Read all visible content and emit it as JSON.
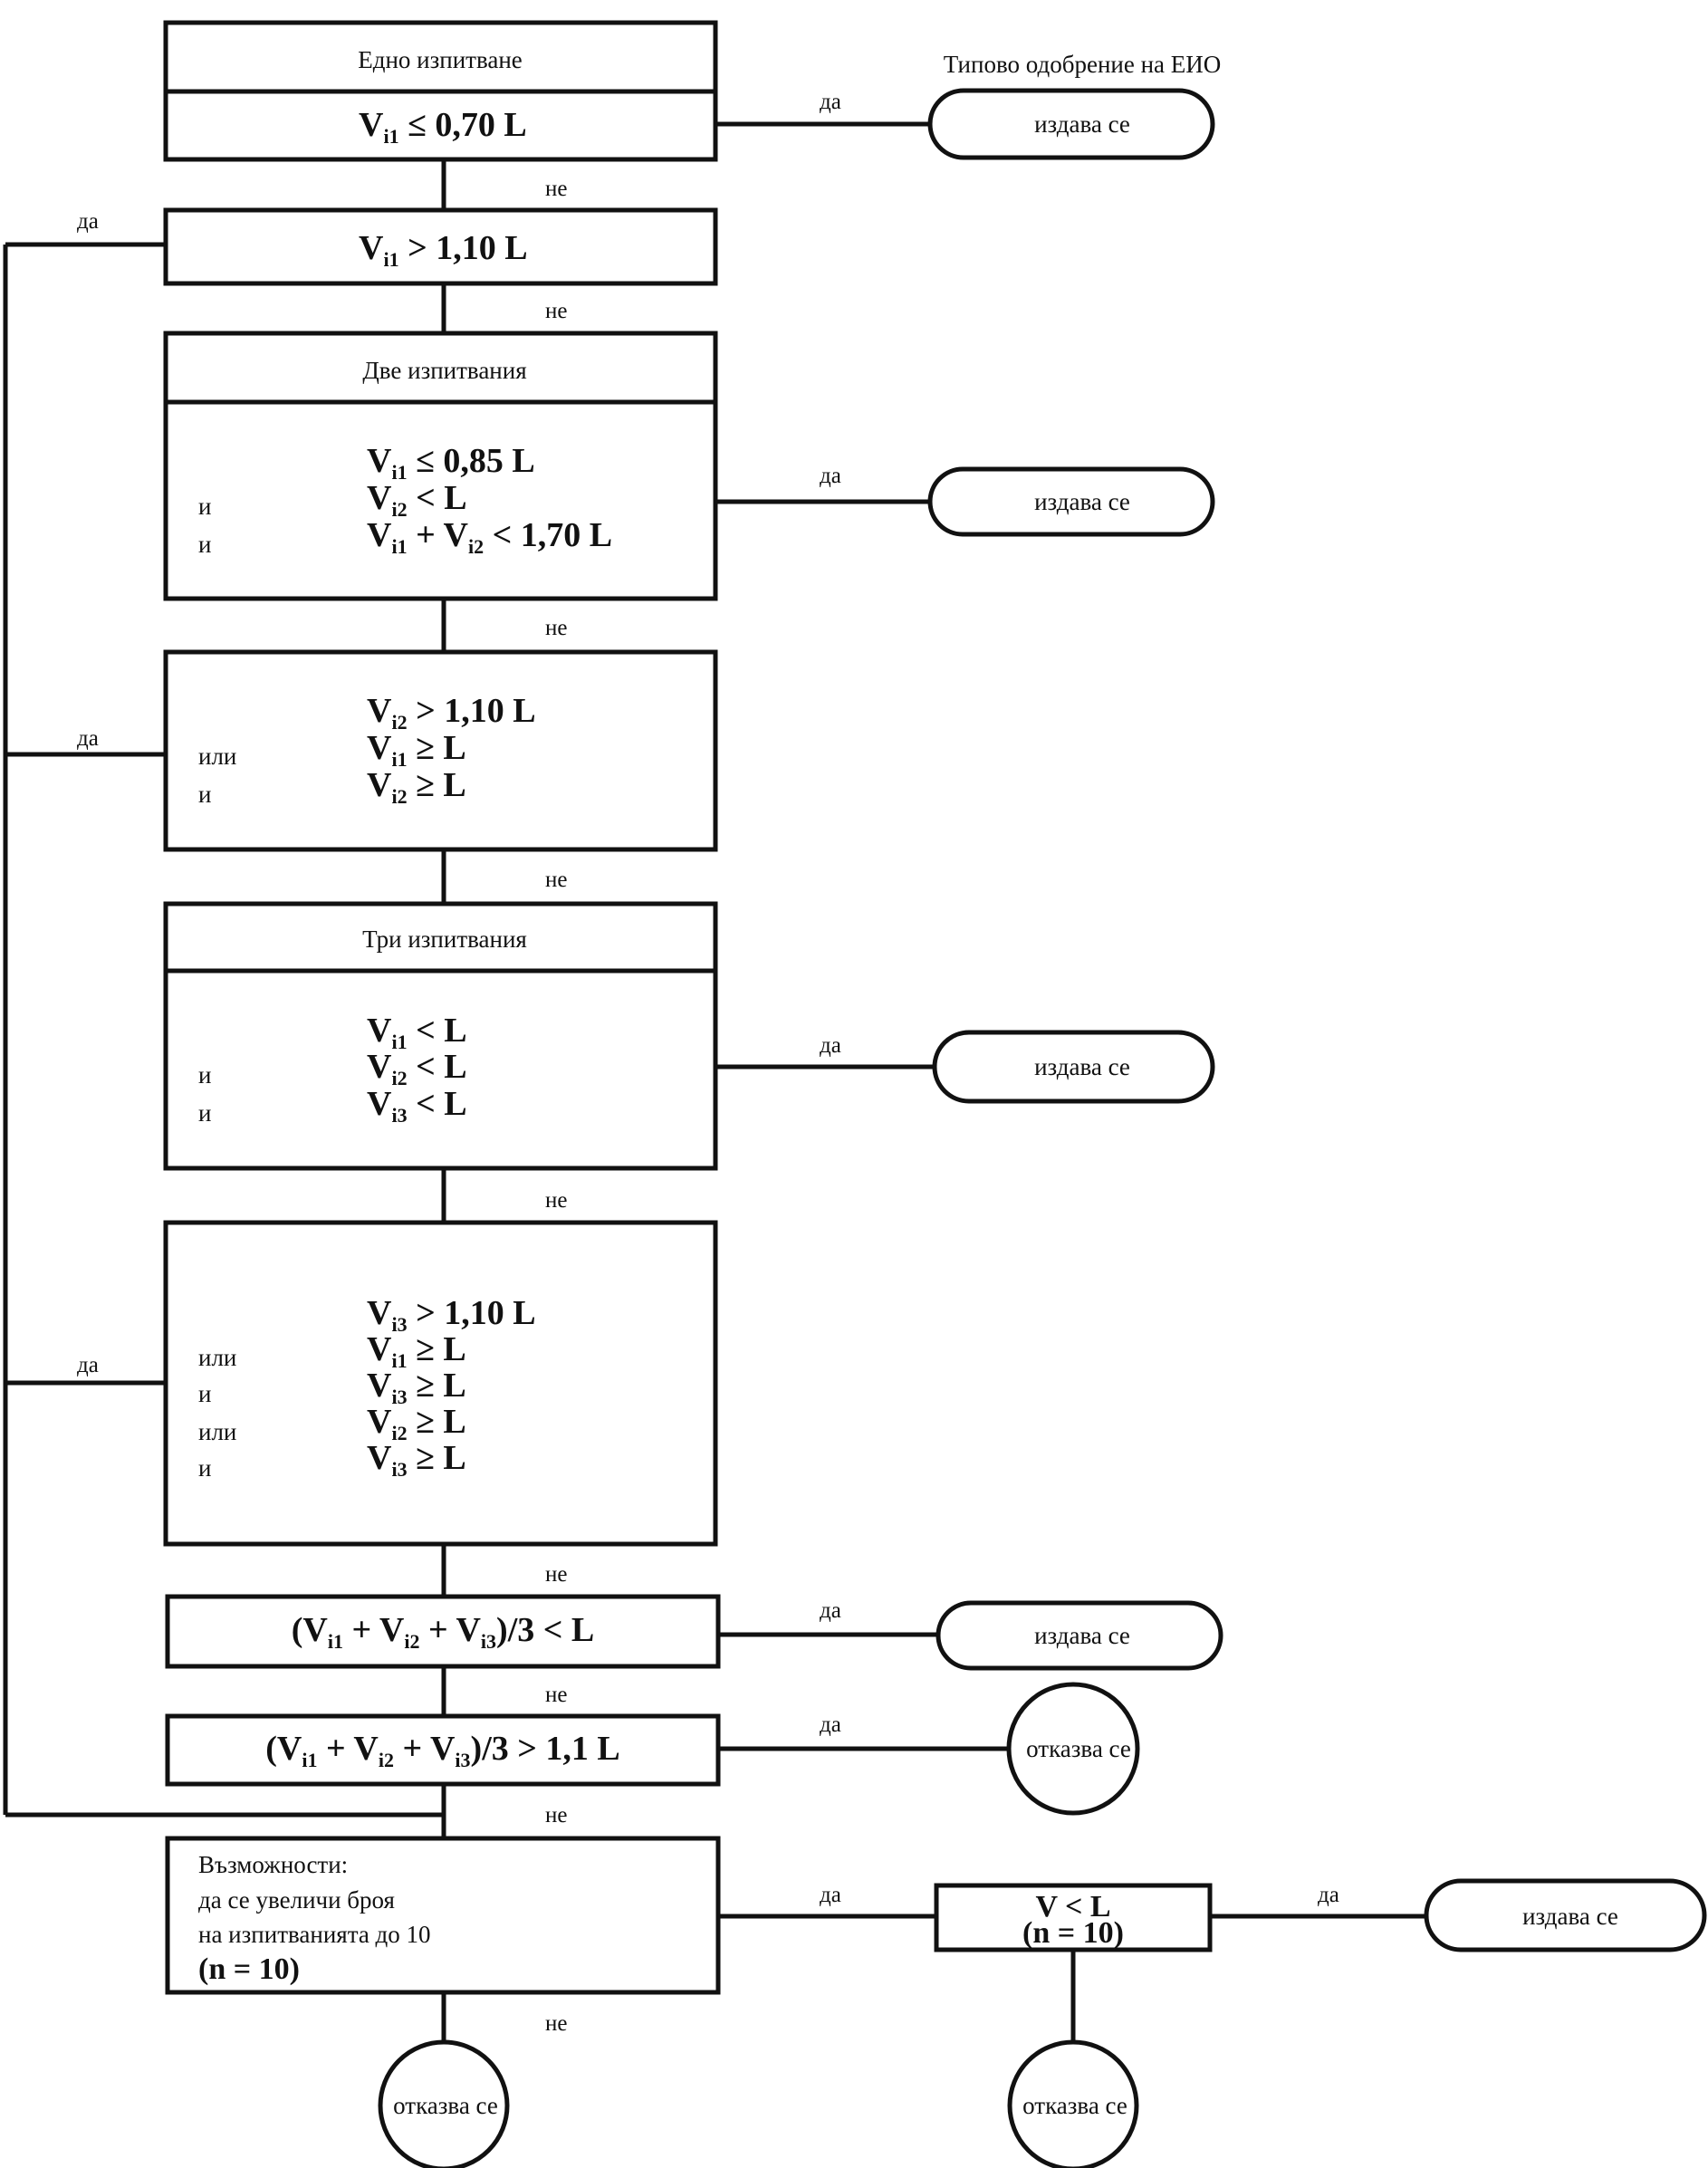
{
  "labels": {
    "yes": "да",
    "no": "не",
    "and": "и",
    "or": "или",
    "issued": "издава се",
    "refused": "отказва се"
  },
  "header_one_test": "Едно изпитване",
  "header_two_tests": "Две изпитвания",
  "header_three_tests": "Три изпитвания",
  "type_approval_title": "Типово одобрение на ЕИО",
  "cond_1": {
    "v": "V",
    "i": "i1",
    "rest": " ≤ 0,70 L"
  },
  "cond_2": {
    "v": "V",
    "i": "i1",
    "rest": " > 1,10 L"
  },
  "cond_3": [
    {
      "v": "V",
      "i": "i1",
      "rest": " ≤ 0,85 L"
    },
    {
      "v": "V",
      "i": "i2",
      "rest": " < L"
    },
    {
      "v": "V",
      "i": "i1",
      "mid": " + V",
      "i2": "i2",
      "rest": " < 1,70 L"
    }
  ],
  "cond_4": [
    {
      "v": "V",
      "i": "i2",
      "rest": " > 1,10 L"
    },
    {
      "v": "V",
      "i": "i1",
      "rest": " ≥ L"
    },
    {
      "v": "V",
      "i": "i2",
      "rest": " ≥ L"
    }
  ],
  "cond_5": [
    {
      "v": "V",
      "i": "i1",
      "rest": " < L"
    },
    {
      "v": "V",
      "i": "i2",
      "rest": " < L"
    },
    {
      "v": "V",
      "i": "i3",
      "rest": " < L"
    }
  ],
  "cond_6": [
    {
      "v": "V",
      "i": "i3",
      "rest": " > 1,10 L"
    },
    {
      "v": "V",
      "i": "i1",
      "rest": " ≥ L"
    },
    {
      "v": "V",
      "i": "i3",
      "rest": " ≥ L"
    },
    {
      "v": "V",
      "i": "i2",
      "rest": " ≥ L"
    },
    {
      "v": "V",
      "i": "i3",
      "rest": " ≥ L"
    }
  ],
  "cond_7": {
    "p1": "(V",
    "s1": "i1",
    "p2": " + V",
    "s2": "i2",
    "p3": " + V",
    "s3": "i3",
    "p4": ")/3 < L"
  },
  "cond_8": {
    "p1": "(V",
    "s1": "i1",
    "p2": " + V",
    "s2": "i2",
    "p3": " + V",
    "s3": "i3",
    "p4": ")/3 > 1,1 L"
  },
  "options_box": {
    "line1": "Възможности:",
    "line2": "да се увеличи броя",
    "line3": "на изпитванията до 10",
    "line4": "(n = 10)"
  },
  "final_check": {
    "line1": "V < L",
    "line2": "(n = 10)"
  }
}
